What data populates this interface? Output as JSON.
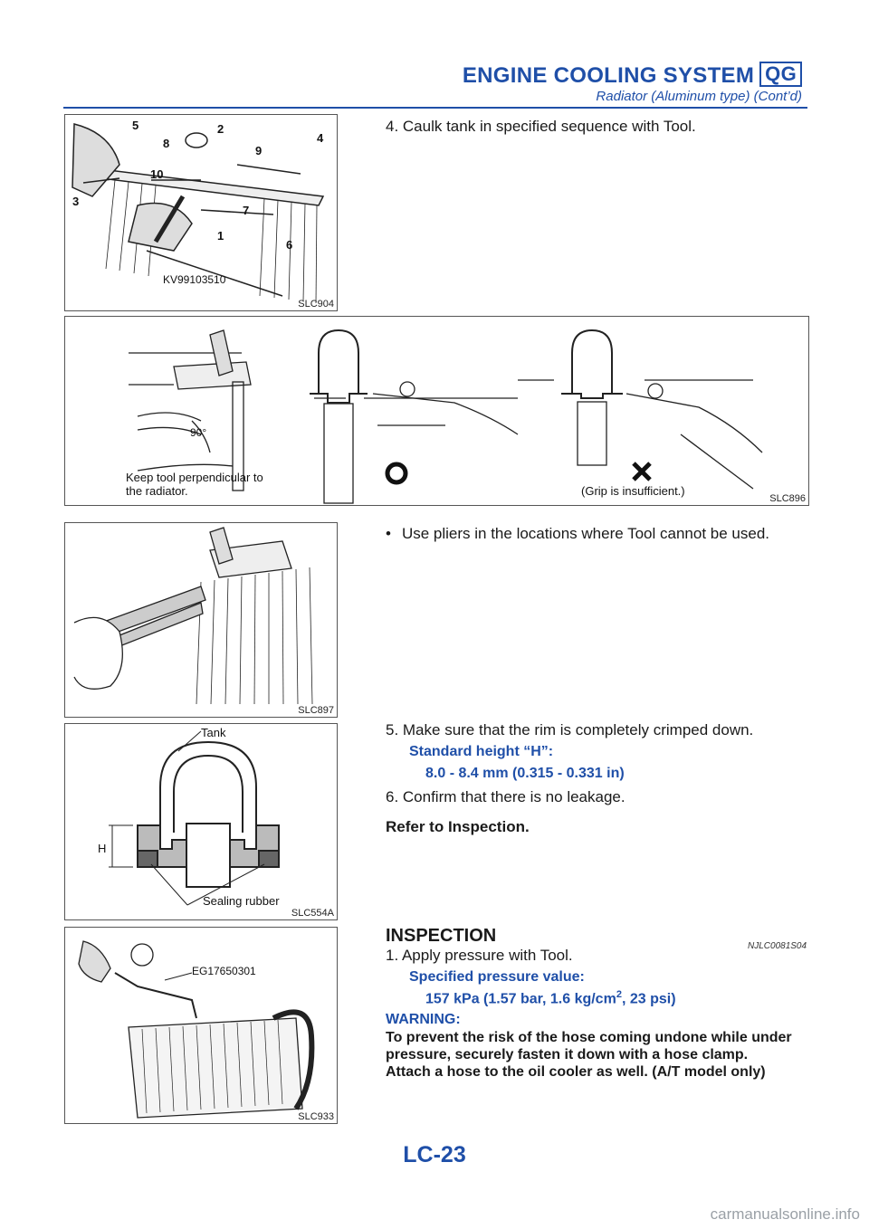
{
  "header": {
    "title": "ENGINE COOLING SYSTEM",
    "badge": "QG",
    "subtitle": "Radiator (Aluminum type) (Cont’d)"
  },
  "figures": {
    "slc904": {
      "code": "SLC904",
      "tool_label": "KV99103510",
      "numbers": [
        "5",
        "8",
        "2",
        "9",
        "4",
        "3",
        "10",
        "7",
        "1",
        "6"
      ]
    },
    "slc896": {
      "code": "SLC896",
      "angle_label": "90°",
      "note_left_line1": "Keep tool perpendicular to",
      "note_left_line2": "the radiator.",
      "ok_mark": "O",
      "ng_mark": "X",
      "ng_note": "(Grip is insufficient.)"
    },
    "slc897": {
      "code": "SLC897"
    },
    "slc554a": {
      "code": "SLC554A",
      "tank_label": "Tank",
      "h_label": "H",
      "rubber_label": "Sealing rubber"
    },
    "slc933": {
      "code": "SLC933",
      "tool_label": "EG17650301"
    }
  },
  "content": {
    "step4": "4. Caulk tank in specified sequence with Tool.",
    "bullet_pliers": "Use pliers in the locations where Tool cannot be used.",
    "step5": "5. Make sure that the rim is completely crimped down.",
    "spec_height_label": "Standard height “H”:",
    "spec_height_value": "8.0 - 8.4 mm (0.315 - 0.331 in)",
    "step6": "6. Confirm that there is no leakage.",
    "refer": "Refer to Inspection.",
    "inspection_title": "INSPECTION",
    "inspection_code": "NJLC0081S04",
    "insp_step1": "1. Apply pressure with Tool.",
    "spec_pressure_label": "Specified pressure value:",
    "spec_pressure_value_a": "157 kPa (1.57 bar, 1.6 kg/cm",
    "spec_pressure_sup": "2",
    "spec_pressure_value_b": ", 23 psi)",
    "warning_label": "WARNING:",
    "warning_line1": "To prevent the risk of the hose coming undone while under",
    "warning_line2": "pressure, securely fasten it down with a hose clamp.",
    "warning_line3": "Attach a hose to the oil cooler as well. (A/T model only)"
  },
  "footer": {
    "page_number": "LC-23",
    "watermark": "carmanualsonline.info"
  }
}
